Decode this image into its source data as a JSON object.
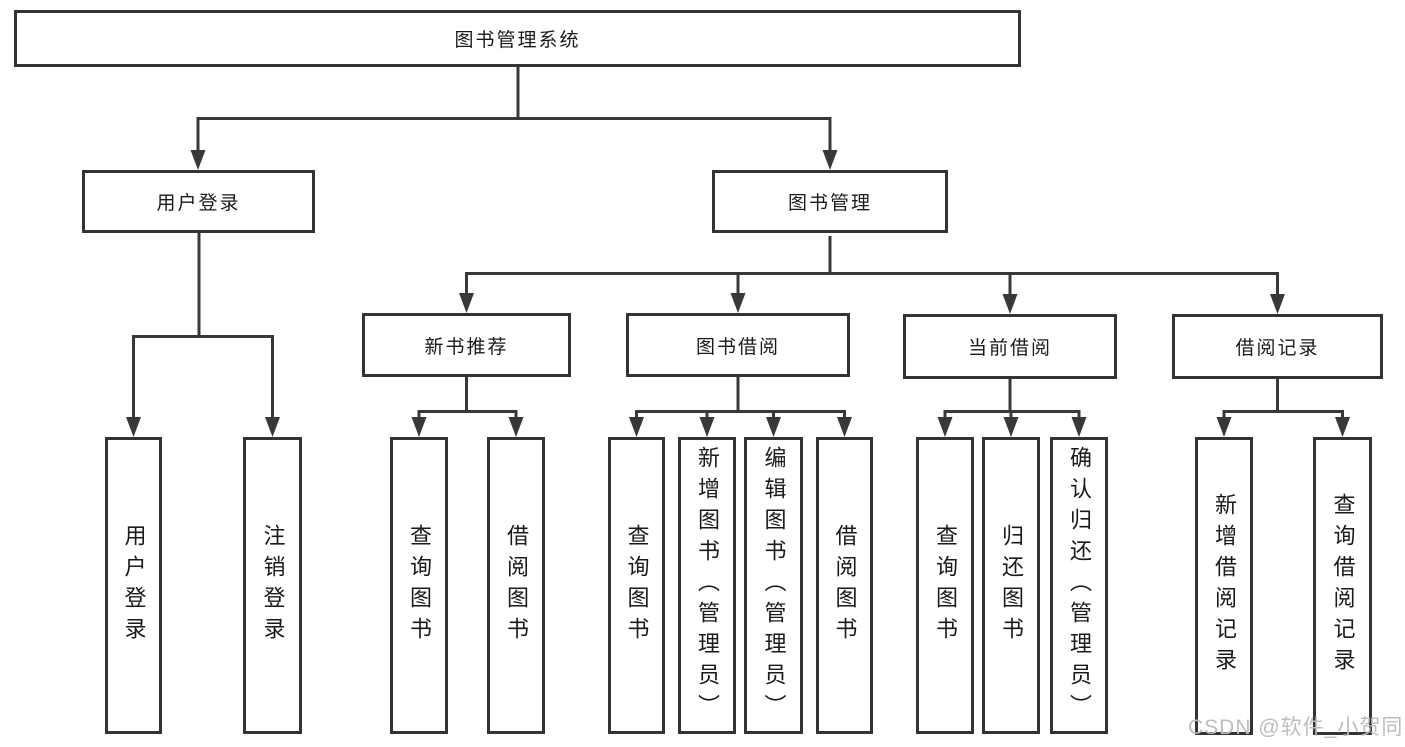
{
  "diagram": {
    "root": "图书管理系统",
    "nodes": {
      "user_login": "用户登录",
      "book_mgmt": "图书管理",
      "new_book_rec": "新书推荐",
      "book_borrow": "图书借阅",
      "current_borrow": "当前借阅",
      "borrow_records": "借阅记录",
      "leaf_user_login": "用户登录",
      "leaf_logout": "注销登录",
      "leaf_query_book_1": "查询图书",
      "leaf_borrow_book_1": "借阅图书",
      "leaf_query_book_2": "查询图书",
      "leaf_add_book": "新增图书（管理员）",
      "leaf_edit_book": "编辑图书（管理员）",
      "leaf_borrow_book_2": "借阅图书",
      "leaf_query_book_3": "查询图书",
      "leaf_return_book": "归还图书",
      "leaf_confirm_return": "确认归还（管理员）",
      "leaf_add_borrow_record": "新增借阅记录",
      "leaf_query_borrow_record": "查询借阅记录"
    }
  },
  "watermark": "CSDN @软件_小贺同学",
  "colors": {
    "line": "#383838",
    "box_border": "#333333",
    "box_bg": "#ffffff",
    "text": "#1a1a1a",
    "watermark": "#bdbdbd"
  }
}
